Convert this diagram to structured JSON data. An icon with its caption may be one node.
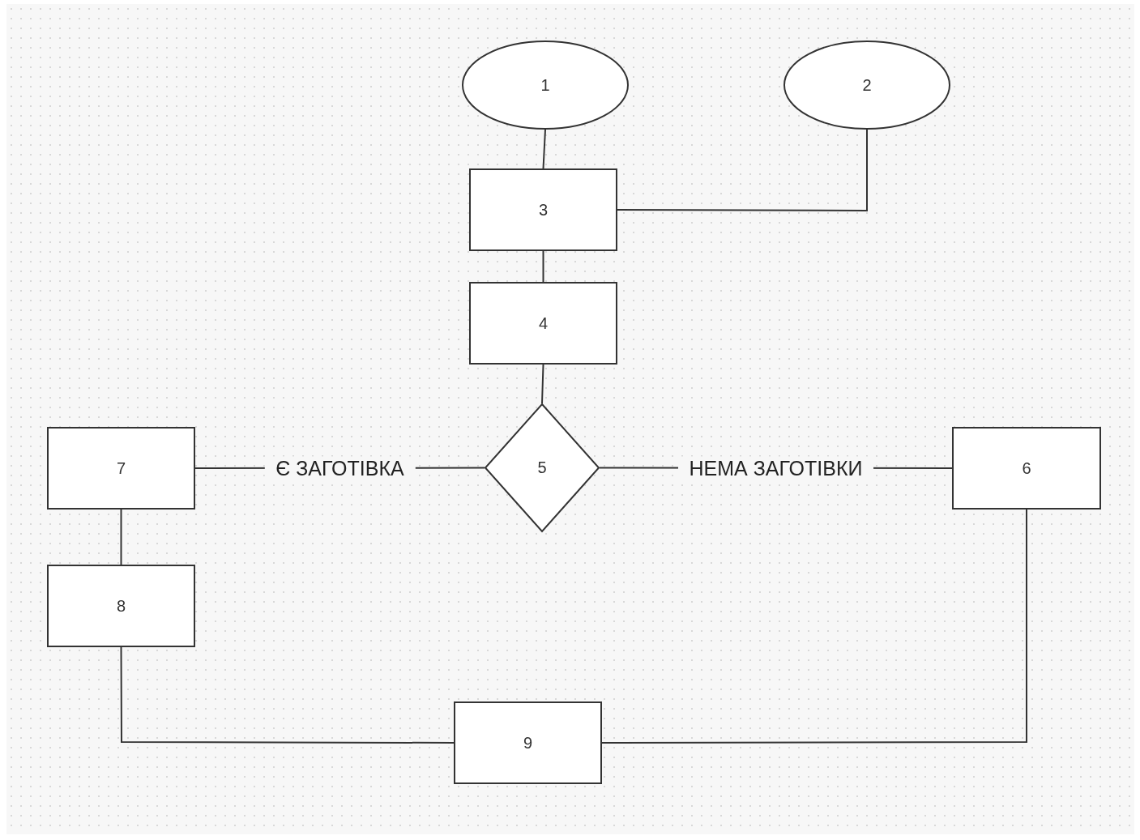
{
  "diagram": {
    "nodes": [
      {
        "text": [
          "1"
        ]
      },
      {
        "text": [
          "2"
        ]
      },
      {
        "text": [
          "3"
        ]
      },
      {
        "text": [
          "4"
        ]
      },
      {
        "text": [
          "7"
        ]
      },
      {
        "text": [
          "5"
        ]
      },
      {
        "text": [
          "6"
        ]
      },
      {
        "text": [
          "8"
        ]
      },
      {
        "text": [
          "9"
        ]
      }
    ],
    "edges": [
      {
        "from": 0,
        "to": 2,
        "arrow": "none"
      },
      {
        "from": 1,
        "to": 2,
        "arrow": "none"
      },
      {
        "from": 2,
        "to": 3,
        "arrow": "none"
      },
      {
        "from": 3,
        "to": 5,
        "arrow": "none"
      },
      {
        "from": 5,
        "to": 4,
        "label": "Є ЗАГОТІВКА",
        "arrow": "none"
      },
      {
        "from": 5,
        "to": 6,
        "label": "НЕМА ЗАГОТІВКИ",
        "arrow": "none"
      },
      {
        "from": 4,
        "to": 7,
        "arrow": "none"
      },
      {
        "from": 7,
        "to": 8,
        "arrow": "none"
      },
      {
        "from": 6,
        "to": 8,
        "arrow": "none"
      }
    ]
  }
}
